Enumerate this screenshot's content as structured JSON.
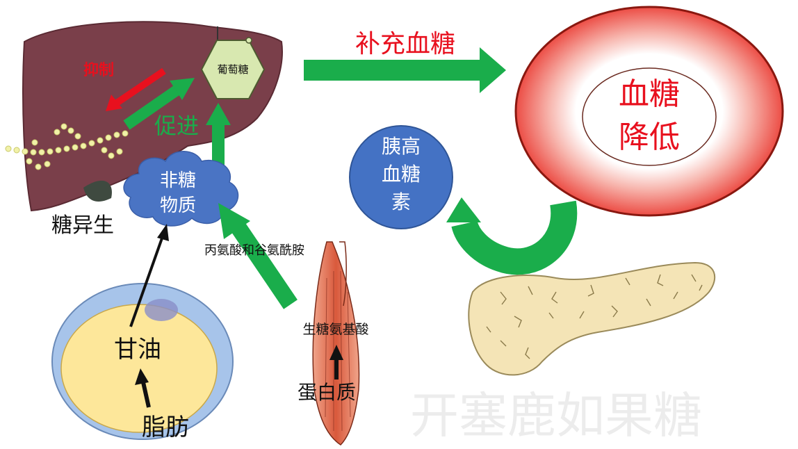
{
  "labels": {
    "glucose": "葡萄糖",
    "inhibit": "抑制",
    "promote": "促进",
    "gluconeogenesis": "糖异生",
    "non_sugar_line1": "非糖",
    "non_sugar_line2": "物质",
    "replenish_blood_sugar": "补充血糖",
    "low_blood_sugar_line1": "血糖",
    "low_blood_sugar_line2": "降低",
    "glucagon_line1": "胰高",
    "glucagon_line2": "血糖",
    "glucagon_line3": "素",
    "ala_gln": "丙氨酸和谷氨酰胺",
    "glucogenic_aa": "生糖氨基酸",
    "protein": "蛋白质",
    "glycerol": "甘油",
    "fat": "脂肪",
    "watermark": "开塞鹿如果糖"
  },
  "colors": {
    "green_arrow": "#1aad4b",
    "red_text": "#e8101e",
    "liver": "#7a3f4a",
    "cloud": "#4a74c4",
    "glucagon_circle": "#4472c4",
    "cell_outer": "#a7c4ea",
    "cell_inner": "#fde79a",
    "muscle": "#d96848",
    "pancreas": "#f4e4b6",
    "glucose_hex": "#d8e8b0"
  }
}
